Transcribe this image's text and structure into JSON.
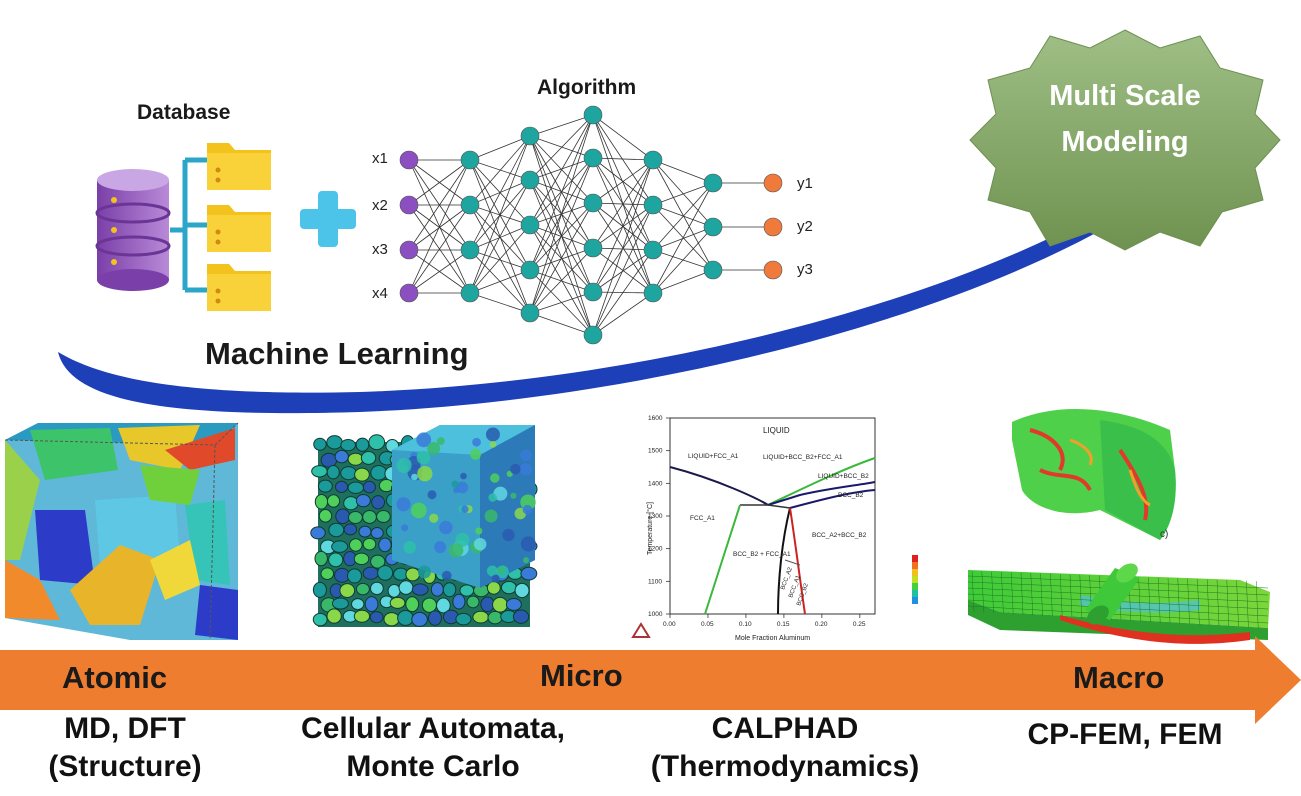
{
  "database": {
    "title": "Database"
  },
  "algorithm": {
    "title": "Algorithm",
    "inputs": [
      "x1",
      "x2",
      "x3",
      "x4"
    ],
    "outputs": [
      "y1",
      "y2",
      "y3"
    ]
  },
  "ml_label": "Machine Learning",
  "goal": {
    "line1": "Multi Scale",
    "line2": "Modeling"
  },
  "scales": {
    "atomic": "Atomic",
    "micro": "Micro",
    "macro": "Macro"
  },
  "methods": {
    "md": {
      "line1": "MD, DFT",
      "line2": "(Structure)"
    },
    "ca": {
      "line1": "Cellular Automata,",
      "line2": "Monte Carlo"
    },
    "calphad": {
      "line1": "CALPHAD",
      "line2": "(Thermodynamics)"
    },
    "fem": {
      "line1": "CP-FEM, FEM"
    }
  },
  "phase_diagram": {
    "title": "LIQUID",
    "xlabel": "Mole Fraction Aluminum",
    "ylabel": "Temperature [°C]",
    "xticks": [
      "0.00",
      "0.05",
      "0.10",
      "0.15",
      "0.20",
      "0.25"
    ],
    "yticks": [
      "1600",
      "1500",
      "1400",
      "1300",
      "1200",
      "1100",
      "1000"
    ],
    "regions": [
      "LIQUID+FCC_A1",
      "LIQUID+BCC_B2+FCC_A1",
      "LIQUID+BCC_B2",
      "BCC_B2",
      "FCC_A1",
      "BCC_B2 + FCC_A1",
      "BCC_A2+BCC_B2",
      "BCC_A2",
      "BCC_A1",
      "BCC_B2"
    ]
  },
  "fem_panel": {
    "label": "c)"
  },
  "colors": {
    "arrow_orange": "#ee7d30",
    "blue_arrow": "#1d3fb8",
    "goal_fill": "#86a86a",
    "node_input": "#8b4fc2",
    "node_hidden": "#1ea5a0",
    "node_output": "#f07a3c",
    "folder": "#f4c21c",
    "plus": "#4cc3e8",
    "db": "#9a5cc3"
  }
}
